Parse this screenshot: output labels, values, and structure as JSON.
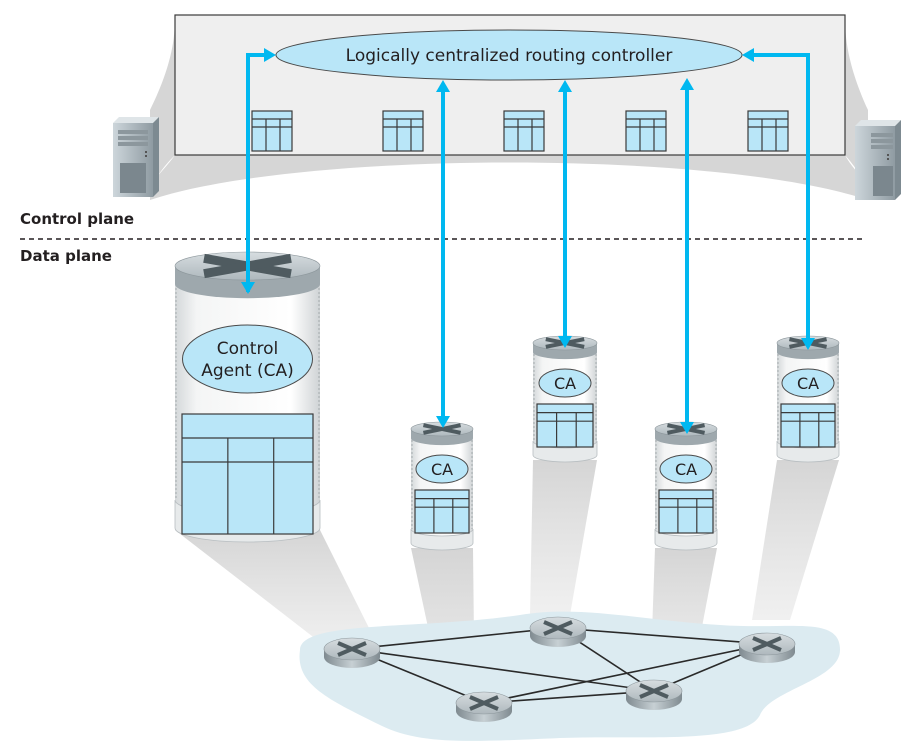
{
  "controller": {
    "label": "Logically centralized routing controller"
  },
  "planes": {
    "control_label": "Control plane",
    "data_label": "Data plane"
  },
  "control_agent": {
    "large_label_line1": "Control",
    "large_label_line2": "Agent (CA)",
    "small_label": "CA"
  },
  "colors": {
    "arrow": "#00b8f0",
    "ellipse_fill": "#b9e6f8",
    "table_fill": "#b9e6f8",
    "panel_fill": "#efefef",
    "network_cloud": "#dcebf1"
  },
  "network": {
    "routers": [
      "r1",
      "r2",
      "r3",
      "r4",
      "r5"
    ],
    "links": [
      [
        "r1",
        "r2"
      ],
      [
        "r1",
        "r4"
      ],
      [
        "r1",
        "r5"
      ],
      [
        "r2",
        "r3"
      ],
      [
        "r2",
        "r5"
      ],
      [
        "r3",
        "r4"
      ],
      [
        "r3",
        "r5"
      ],
      [
        "r4",
        "r5"
      ]
    ]
  }
}
